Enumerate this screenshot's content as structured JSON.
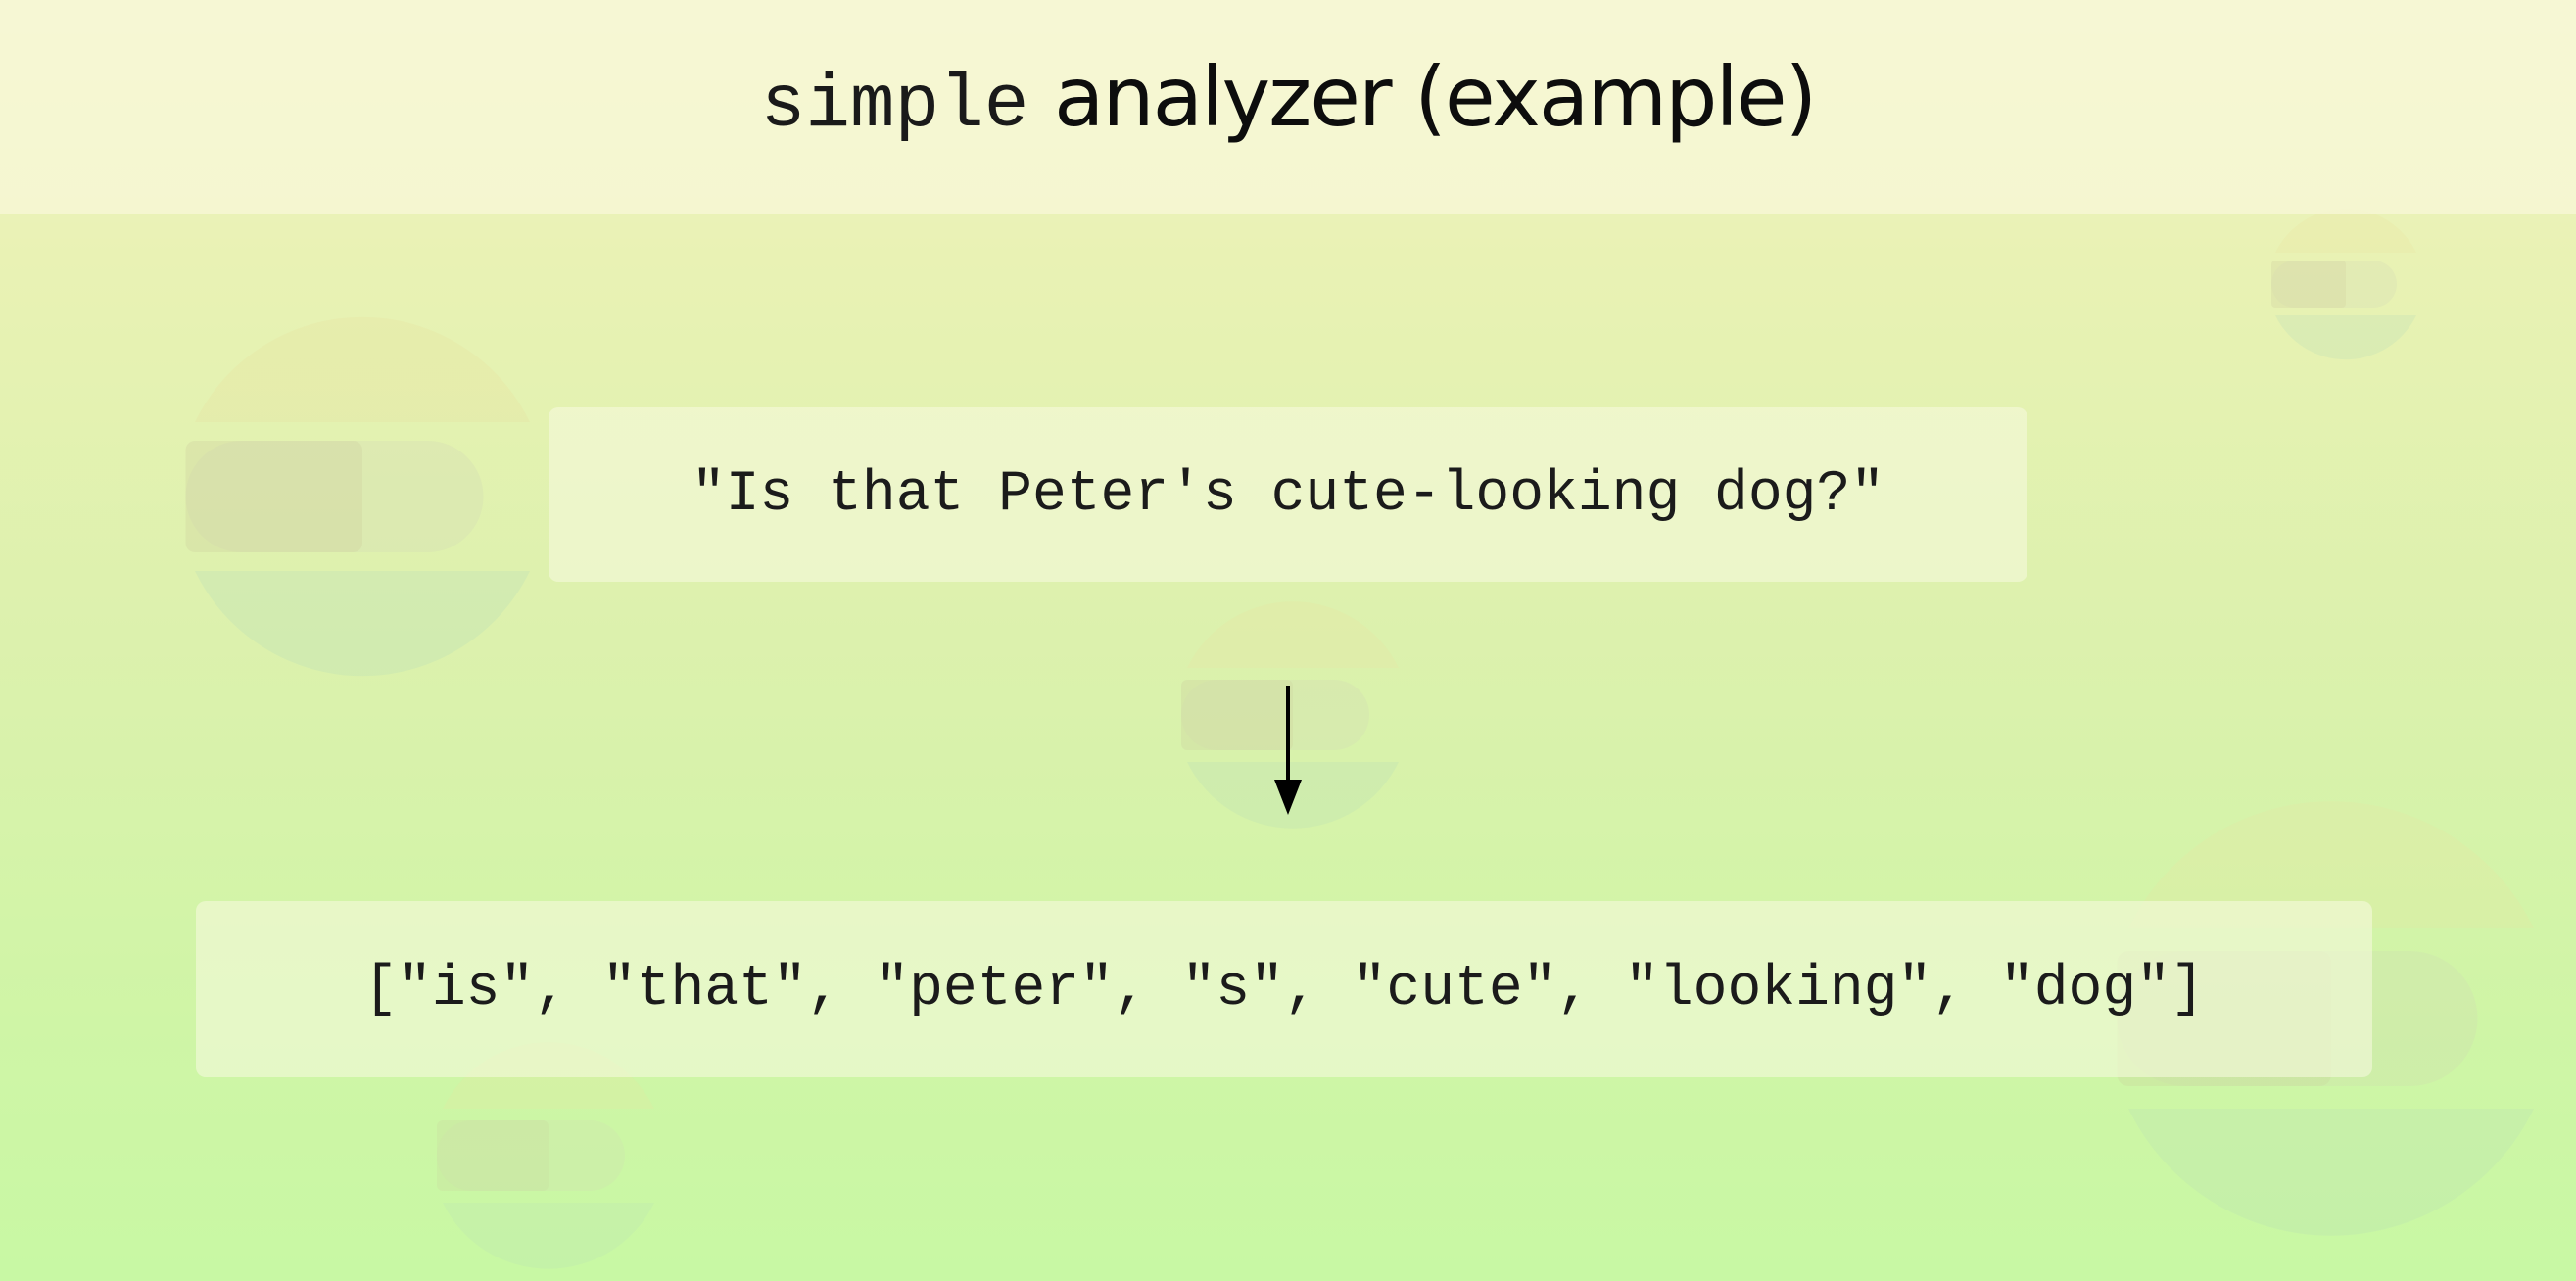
{
  "slide": {
    "title_code": "simple",
    "title_text": "analyzer (example)"
  },
  "input": {
    "text": "\"Is that Peter's cute-looking dog?\""
  },
  "output": {
    "text": "[\"is\", \"that\", \"peter\", \"s\", \"cute\", \"looking\", \"dog\"]"
  },
  "icons": {
    "background_logo": "elastic-logo-icon",
    "flow_arrow": "arrow-down-icon"
  },
  "colors": {
    "background_top": "#f2f4c8",
    "background_bottom": "#c8f8a4",
    "text": "#0d0d0d"
  }
}
